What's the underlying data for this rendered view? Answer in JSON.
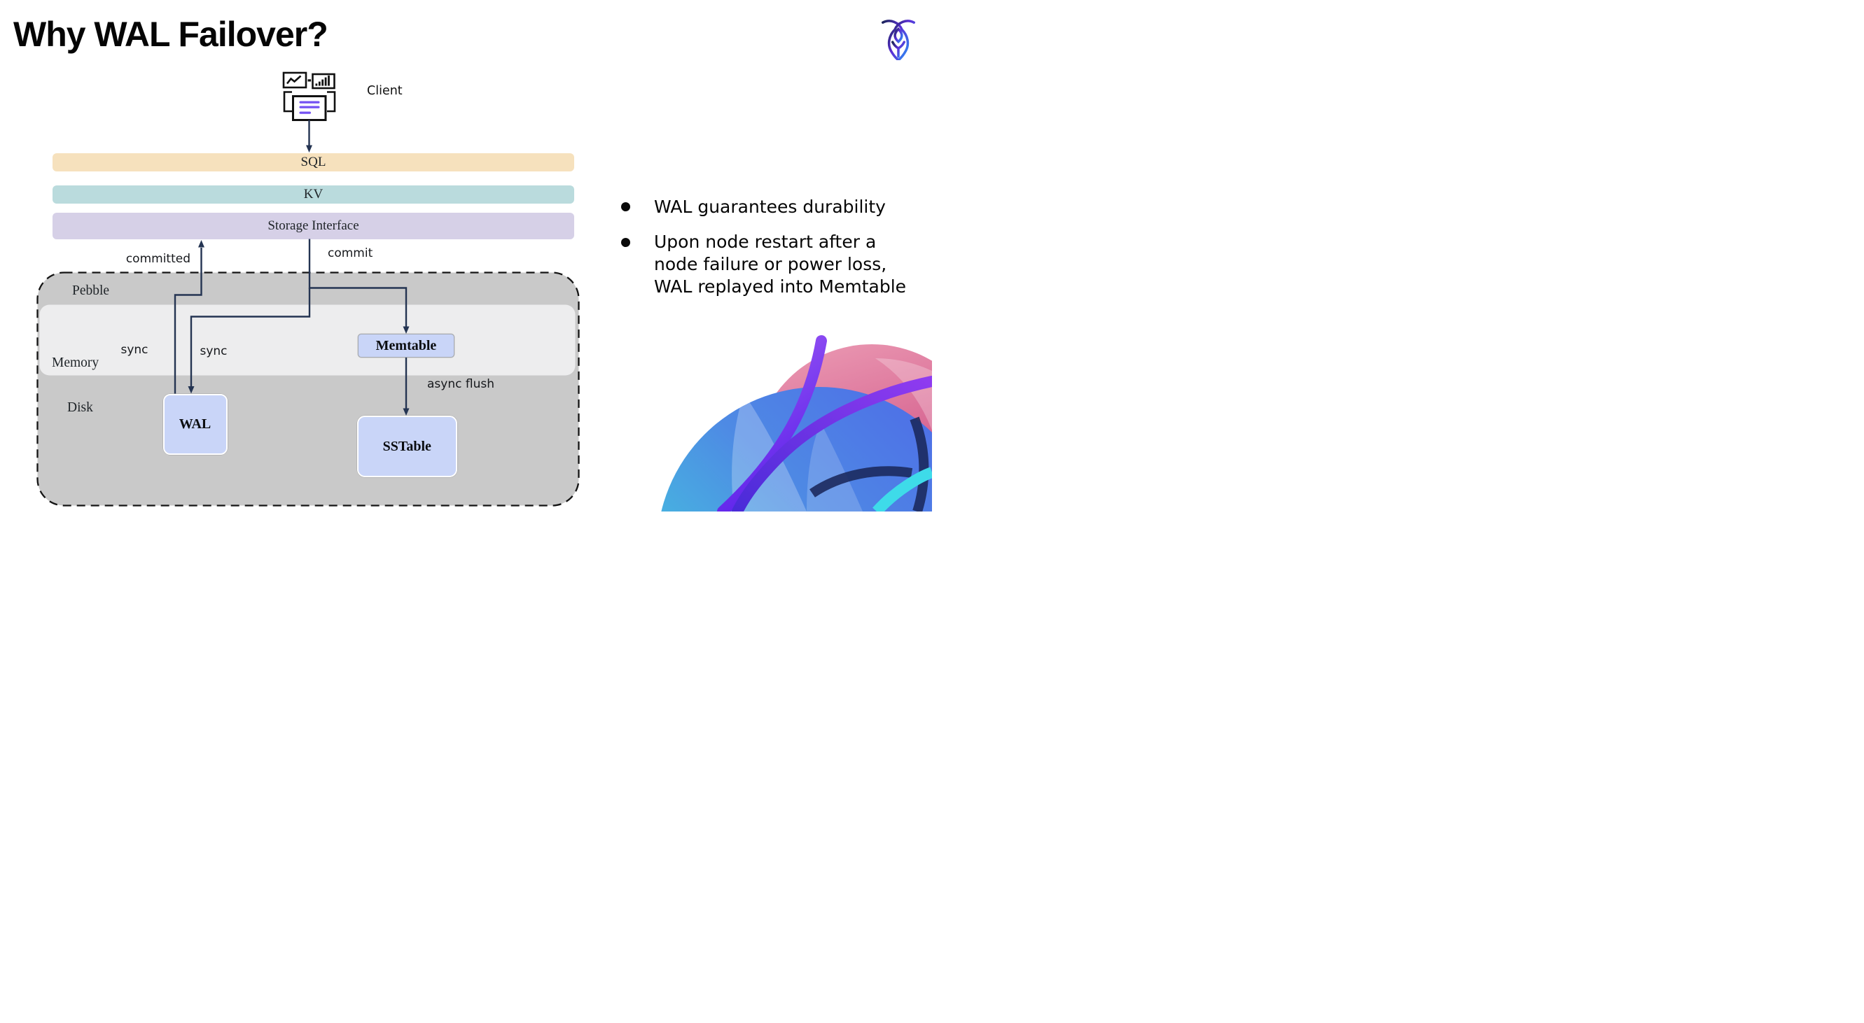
{
  "slide": {
    "title": "Why WAL Failover?",
    "bullets": [
      {
        "lines": [
          "WAL guarantees durability"
        ]
      },
      {
        "lines": [
          "Upon node restart after a",
          "node failure or power loss,",
          "WAL replayed into Memtable"
        ]
      }
    ]
  },
  "diagram": {
    "client_label": "Client",
    "layers": [
      {
        "label": "SQL"
      },
      {
        "label": "KV"
      },
      {
        "label": "Storage Interface"
      }
    ],
    "pebble_label": "Pebble",
    "memory_label": "Memory",
    "disk_label": "Disk",
    "boxes": {
      "wal": "WAL",
      "memtable": "Memtable",
      "sstable": "SSTable"
    },
    "edge_labels": {
      "committed": "committed",
      "commit": "commit",
      "sync_wal": "sync",
      "sync_memtable": "sync",
      "async_flush": "async flush"
    }
  },
  "colors": {
    "bar_sql": "#F6E1BD",
    "bar_kv": "#BADBDD",
    "bar_storage": "#D6D0E7",
    "pebble_fill": "#C9C9C9",
    "memory_fill": "#EDEDEE",
    "box_fill": "#C9D5F8",
    "memtable_border": "#A6AAB2",
    "arrow": "#243452",
    "doc_lines": "#7351F2",
    "label_text": "#1F2428",
    "title_text": "#050505",
    "logo_navy": "#1B2559",
    "logo_purple": "#5B2ED5",
    "logo_blue": "#2F86F2",
    "art_pink_light": "#EC9DB5",
    "art_magenta": "#C73C77",
    "art_cyan": "#3FE0DC",
    "art_blue": "#4E66E8",
    "art_purple": "#6D2BF2",
    "art_navy": "#1C2A5E",
    "art_teal": "#3EDBE9"
  }
}
